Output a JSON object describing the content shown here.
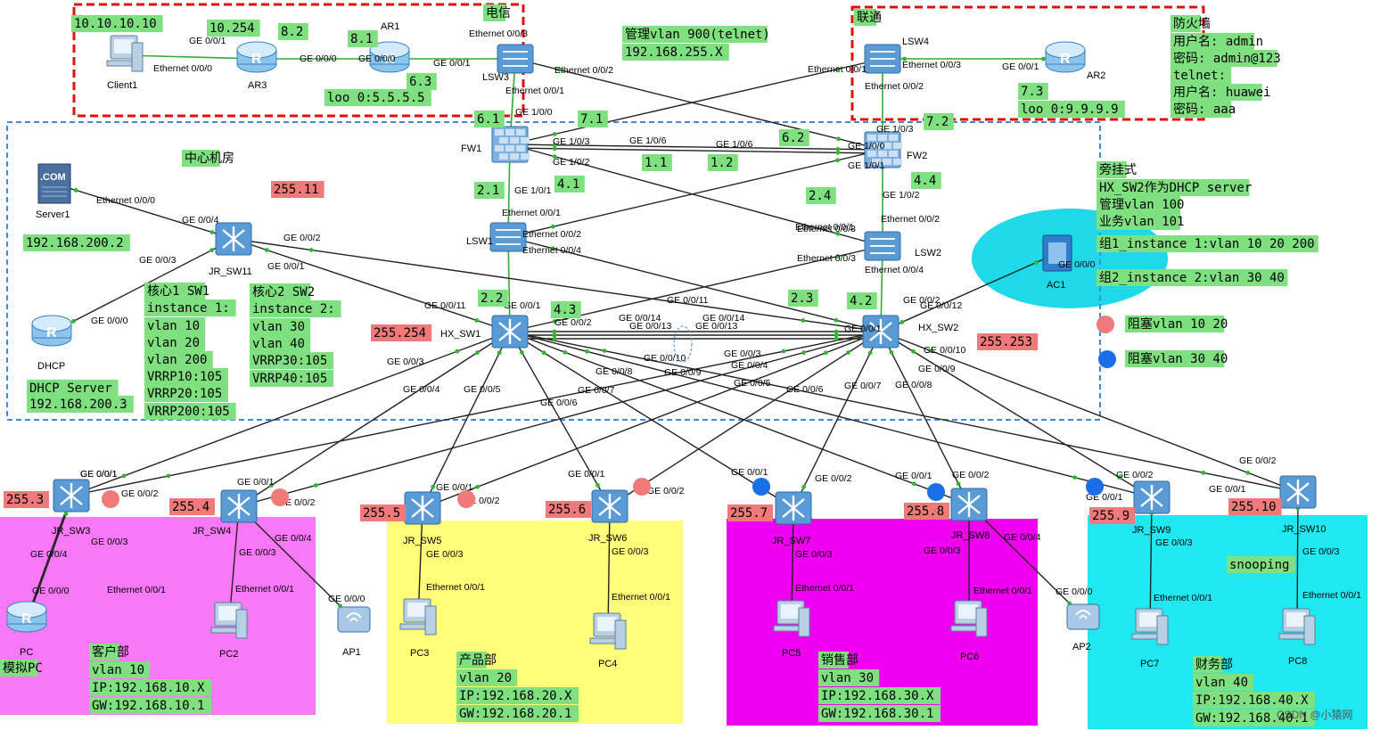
{
  "devices": {
    "client1": "Client1",
    "ar3": "AR3",
    "ar1": "AR1",
    "lsw3": "LSW3",
    "lsw4": "LSW4",
    "ar2": "AR2",
    "fw1": "FW1",
    "fw2": "FW2",
    "lsw1": "LSW1",
    "lsw2": "LSW2",
    "server1": "Server1",
    "jr_sw11": "JR_SW11",
    "dhcp": "DHCP",
    "hx_sw1": "HX_SW1",
    "hx_sw2": "HX_SW2",
    "ac1": "AC1",
    "jr_sw3": "JR_SW3",
    "jr_sw4": "JR_SW4",
    "jr_sw5": "JR_SW5",
    "jr_sw6": "JR_SW6",
    "jr_sw7": "JR_SW7",
    "jr_sw8": "JR_SW8",
    "jr_sw9": "JR_SW9",
    "jr_sw10": "JR_SW10",
    "pc": "PC",
    "pc2": "PC2",
    "ap1": "AP1",
    "pc3": "PC3",
    "pc4": "PC4",
    "pc5": "PC5",
    "pc6": "PC6",
    "ap2": "AP2",
    "pc7": "PC7",
    "pc8": "PC8"
  },
  "ports": [
    "GE 0/0/1",
    "Ethernet 0/0/0",
    "GE 0/0/0",
    "GE 0/0/0",
    "GE 0/0/1",
    "Ethernet 0/0/3",
    "Ethernet 0/0/2",
    "Ethernet 0/0/1",
    "GE 1/0/0",
    "Ethernet 0/0/1",
    "Ethernet 0/0/3",
    "GE 0/0/1",
    "Ethernet 0/0/2",
    "GE 1/0/3",
    "GE 1/0/3",
    "GE 1/0/6",
    "GE 1/0/6",
    "GE 1/0/2",
    "GE 1/0/0",
    "GE 1/0/1",
    "GE 1/0/1",
    "GE 1/0/2",
    "Ethernet 0/0/1",
    "Ethernet 0/0/2",
    "Ethernet 0/0/4",
    "Ethernet 0/0/3",
    "Ethernet 0/0/1",
    "Ethernet 0/0/2",
    "Ethernet 0/0/3",
    "Ethernet 0/0/4",
    "Ethernet 0/0/0",
    "GE 0/0/4",
    "GE 0/0/2",
    "GE 0/0/3",
    "GE 0/0/1",
    "GE 0/0/0",
    "GE 0/0/11",
    "GE 0/0/1",
    "GE 0/0/2",
    "GE 0/0/14",
    "GE 0/0/13",
    "GE 0/0/11",
    "GE 0/0/14",
    "GE 0/0/13",
    "GE 0/0/12",
    "GE 0/0/1",
    "GE 0/0/2",
    "GE 0/0/10",
    "GE 0/0/3",
    "GE 0/0/4",
    "GE 0/0/5",
    "GE 0/0/8",
    "GE 0/0/10",
    "GE 0/0/9",
    "GE 0/0/7",
    "GE 0/0/6",
    "GE 0/0/9",
    "GE 0/0/3",
    "GE 0/0/4",
    "GE 0/0/5",
    "GE 0/0/6",
    "GE 0/0/7",
    "GE 0/0/8",
    "GE 0/0/1",
    "GE 0/0/1",
    "GE 0/0/2",
    "GE 0/0/3",
    "GE 0/0/4",
    "GE 0/0/0",
    "Ethernet 0/0/1",
    "GE 0/0/1",
    "GE 0/0/2",
    "GE 0/0/3",
    "GE 0/0/4",
    "Ethernet 0/0/1",
    "GE 0/0/0",
    "GE 0/0/1",
    "GE 0/0/2",
    "GE 0/0/3",
    "Ethernet 0/0/1",
    "GE 0/0/1",
    "GE 0/0/2",
    "GE 0/0/3",
    "Ethernet 0/0/1",
    "GE 0/0/1",
    "GE 0/0/2",
    "GE 0/0/3",
    "Ethernet 0/0/1",
    "GE 0/0/1",
    "GE 0/0/2",
    "GE 0/0/3",
    "GE 0/0/4",
    "Ethernet 0/0/1",
    "GE 0/0/0",
    "GE 0/0/1",
    "GE 0/0/2",
    "GE 0/0/3",
    "Ethernet 0/0/1",
    "GE 0/0/1",
    "GE 0/0/2",
    "GE 0/0/3",
    "Ethernet 0/0/1",
    "GE 0/0/0"
  ],
  "green_labels": [
    "10.10.10.10",
    "10.254",
    "8.2",
    "8.1",
    "6.3",
    "loo 0:5.5.5.5",
    "电信",
    "管理vlan 900(telnet)",
    "192.168.255.X",
    "联通",
    "7.3",
    "loo 0:9.9.9.9",
    "防火墙",
    "用户名: admin",
    "密码: admin@123",
    "telnet:",
    "用户名: huawei",
    "密码: aaa",
    "6.1",
    "7.1",
    "6.2",
    "7.2",
    "1.1",
    "1.2",
    "2.1",
    "4.1",
    "2.4",
    "4.4",
    "中心机房",
    "192.168.200.2",
    "核心1 SW1",
    "instance 1:",
    "vlan 10",
    "vlan 20",
    "vlan 200",
    "VRRP10:105",
    "VRRP20:105",
    "VRRP200:105",
    "核心2 SW2",
    "instance 2:",
    "vlan 30",
    "vlan 40",
    "VRRP30:105",
    "VRRP40:105",
    "DHCP Server",
    "192.168.200.3",
    "2.2",
    "4.3",
    "2.3",
    "4.2",
    "旁挂式",
    "HX_SW2作为DHCP server",
    "管理vlan 100",
    "业务vlan 101",
    "组1_instance 1:vlan 10 20 200",
    "组2_instance 2:vlan 30 40",
    "阻塞vlan 10 20",
    "阻塞vlan 30 40",
    "模拟PC",
    "客户部",
    "vlan 10",
    "IP:192.168.10.X",
    "GW:192.168.10.1",
    "产品部",
    "vlan 20",
    "IP:192.168.20.X",
    "GW:192.168.20.1",
    "销售部",
    "vlan 30",
    "IP:192.168.30.X",
    "GW:192.168.30.1",
    "snooping",
    "财务部",
    "vlan 40",
    "IP:192.168.40.X",
    "GW:192.168.40.1"
  ],
  "red_labels": [
    "255.11",
    "255.254",
    "255.253",
    "255.3",
    "255.4",
    "255.5",
    "255.6",
    "255.7",
    "255.8",
    "255.9",
    "255.10"
  ],
  "watermark": "CSDN @小猿网",
  "colors": {
    "zone_pink": "#f779f7",
    "zone_yellow": "#ffff7a",
    "zone_magenta": "#f000f0",
    "zone_cyan": "#1fe8f0",
    "label_green": "#7fe07f",
    "label_red": "#f07a7a",
    "isp_border": "#e01010",
    "core_border": "#3a8de0",
    "ac_ellipse": "#1fd8e8",
    "block_red": "#f07a7a",
    "block_blue": "#1a6ee8"
  }
}
